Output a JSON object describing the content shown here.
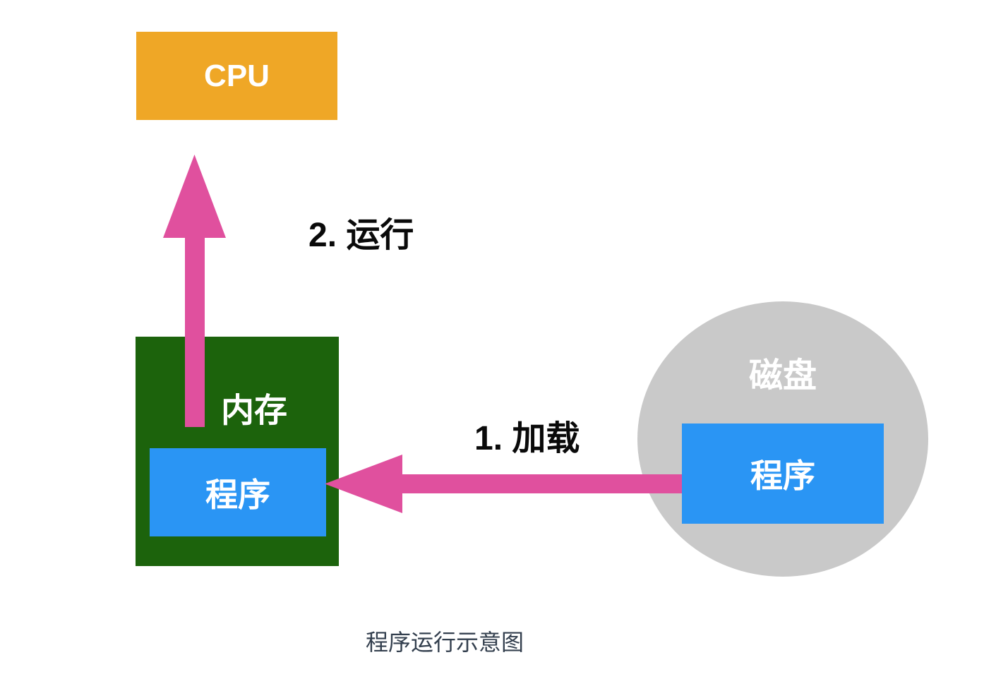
{
  "diagram": {
    "title": "程序运行示意图",
    "cpu": {
      "label": "CPU",
      "color": "#EFA726"
    },
    "memory": {
      "label": "内存",
      "color": "#1C630C",
      "program": {
        "label": "程序",
        "color": "#2A95F4"
      }
    },
    "disk": {
      "label": "磁盘",
      "color": "#C9C9C9",
      "program": {
        "label": "程序",
        "color": "#2A95F4"
      }
    },
    "arrows": {
      "load": {
        "label": "1. 加载",
        "color": "#E0509E"
      },
      "run": {
        "label": "2. 运行",
        "color": "#E0509E"
      }
    },
    "text_white": "#FFFFFF",
    "label_black": "#0A0A0A",
    "title_color": "#333F4E"
  }
}
